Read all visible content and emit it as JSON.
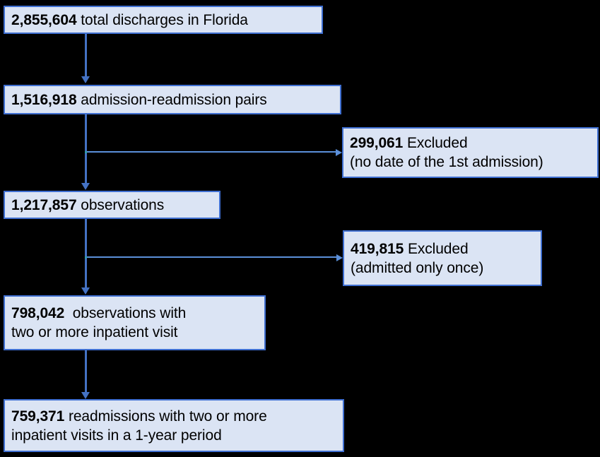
{
  "diagram": {
    "title": "Patient discharge / readmission cohort selection flowchart",
    "colors": {
      "box_fill": "#dbe4f4",
      "box_border": "#3f6fd1",
      "connector": "#4472c4",
      "branch_connector": "#5b8fd9",
      "background": "#000000",
      "text": "#000000"
    },
    "nodes": [
      {
        "id": "total-discharges",
        "count": "2,855,604",
        "lines": [
          {
            "bold": "2,855,604",
            "rest": " total discharges in Florida"
          }
        ]
      },
      {
        "id": "admission-readmission-pairs",
        "count": "1,516,918",
        "lines": [
          {
            "bold": "1,516,918",
            "rest": " admission-readmission pairs"
          }
        ]
      },
      {
        "id": "observations",
        "count": "1,217,857",
        "lines": [
          {
            "bold": "1,217,857",
            "rest": " observations"
          }
        ]
      },
      {
        "id": "observations-two-or-more",
        "count": "798,042",
        "lines": [
          {
            "bold": "798,042",
            "rest": "  observations with"
          },
          {
            "bold": "",
            "rest": "two or more inpatient visit"
          }
        ]
      },
      {
        "id": "final-readmissions",
        "count": "759,371",
        "lines": [
          {
            "bold": "759,371",
            "rest": " readmissions with two or more"
          },
          {
            "bold": "",
            "rest": "inpatient visits in a 1-year period"
          }
        ]
      }
    ],
    "exclusions": [
      {
        "id": "excluded-no-date",
        "count": "299,061",
        "lines": [
          {
            "bold": "299,061",
            "rest": " Excluded"
          },
          {
            "bold": "",
            "rest": "(no date of the 1st admission)"
          }
        ]
      },
      {
        "id": "excluded-admitted-once",
        "count": "419,815",
        "lines": [
          {
            "bold": "419,815",
            "rest": " Excluded"
          },
          {
            "bold": "",
            "rest": "(admitted only once)"
          }
        ]
      }
    ]
  }
}
